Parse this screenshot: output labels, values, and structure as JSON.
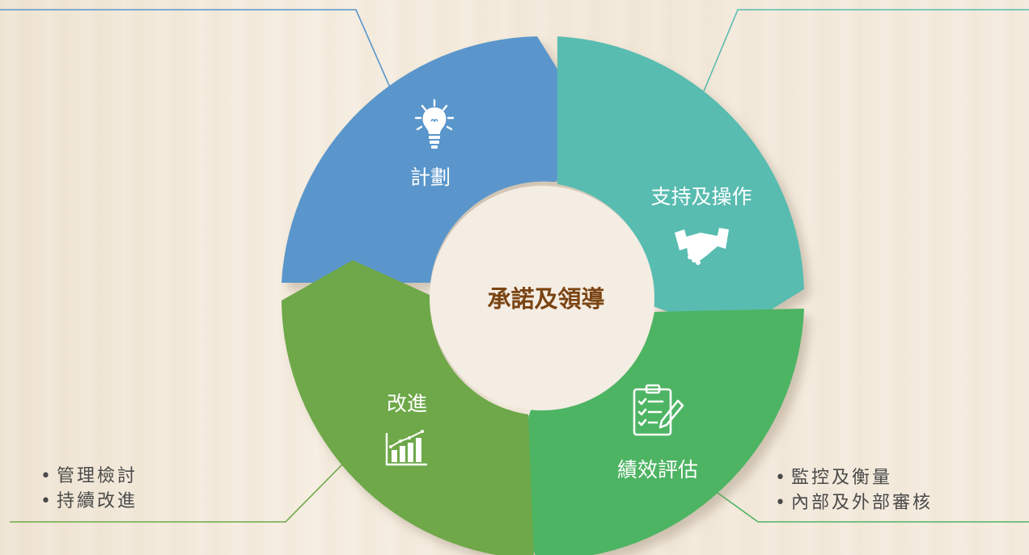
{
  "center": {
    "label": "承諾及領導"
  },
  "segments": [
    {
      "key": "plan",
      "label": "計劃",
      "icon": "lightbulb-icon",
      "color": "#5a96cb"
    },
    {
      "key": "support",
      "label": "支持及操作",
      "icon": "handshake-icon",
      "color": "#58bcb0"
    },
    {
      "key": "eval",
      "label": "績效評估",
      "icon": "clipboard-checklist-icon",
      "color": "#4eb463"
    },
    {
      "key": "improve",
      "label": "改進",
      "icon": "bar-chart-icon",
      "color": "#6ea84a"
    }
  ],
  "callouts": {
    "improve": [
      "管理檢討",
      "持續改進"
    ],
    "eval": [
      "監控及衡量",
      "內部及外部審核"
    ]
  },
  "colors": {
    "center_text": "#7a4413",
    "ring_shadow": "#cfc6b7",
    "bullet_text": "#4a4a4a"
  }
}
